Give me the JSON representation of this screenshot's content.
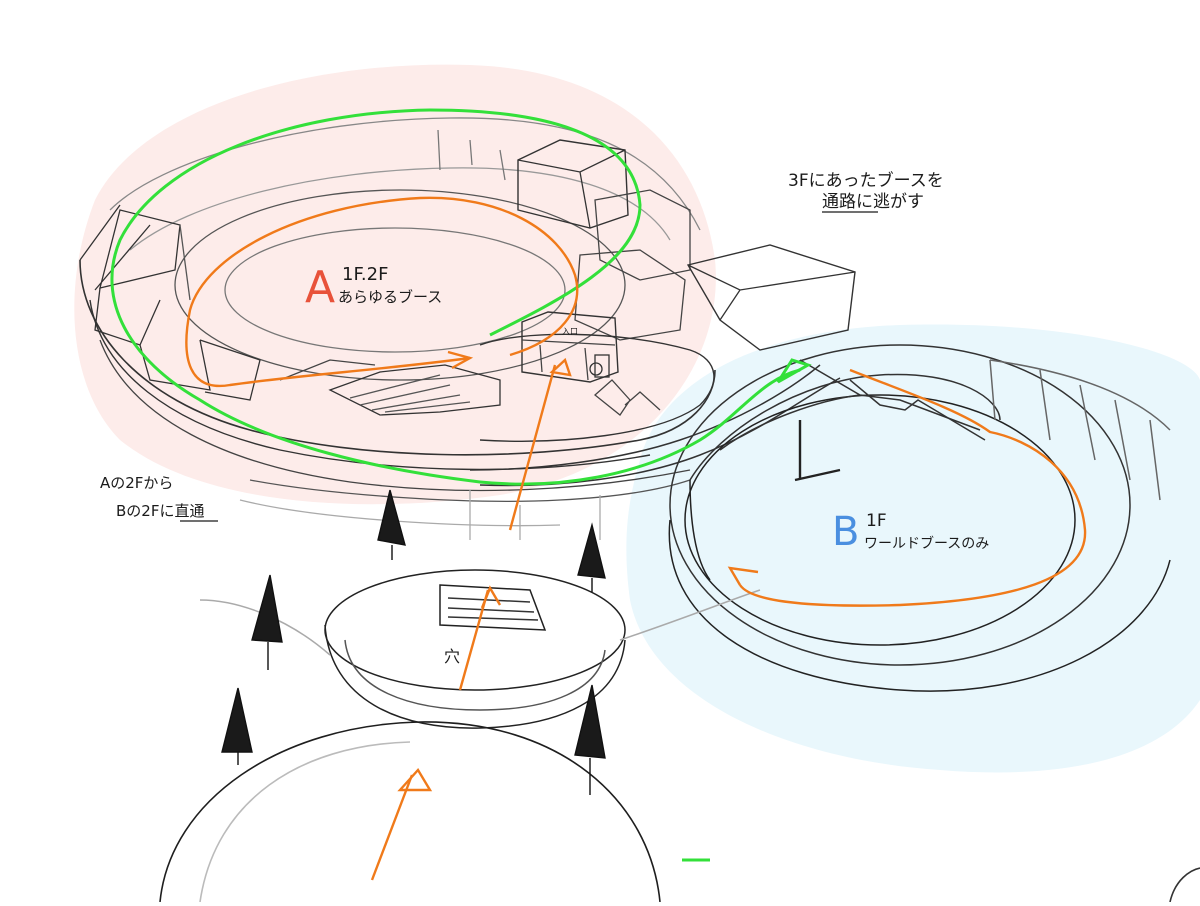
{
  "zone_a": {
    "letter": "A",
    "floors": "1F.2F",
    "desc": "あらゆるブース",
    "letter_color": "#e8523a",
    "fill_color": "#fdecea"
  },
  "zone_b": {
    "letter": "B",
    "floors": "1F",
    "desc": "ワールドブースのみ",
    "letter_color": "#4a8fe0",
    "fill_color": "#e9f7fc"
  },
  "note_3f": {
    "line1": "3Fにあったブースを",
    "line2": "通路に逃がす"
  },
  "note_2f": {
    "line1": "Aの2Fから",
    "line2": "Bの2Fに直通"
  },
  "hole_label": "穴",
  "sign_label": "入口",
  "colors": {
    "route_orange": "#f07a1a",
    "route_green": "#33e03a",
    "ink": "#1b1b1b",
    "pencil": "#9a9a9a"
  }
}
